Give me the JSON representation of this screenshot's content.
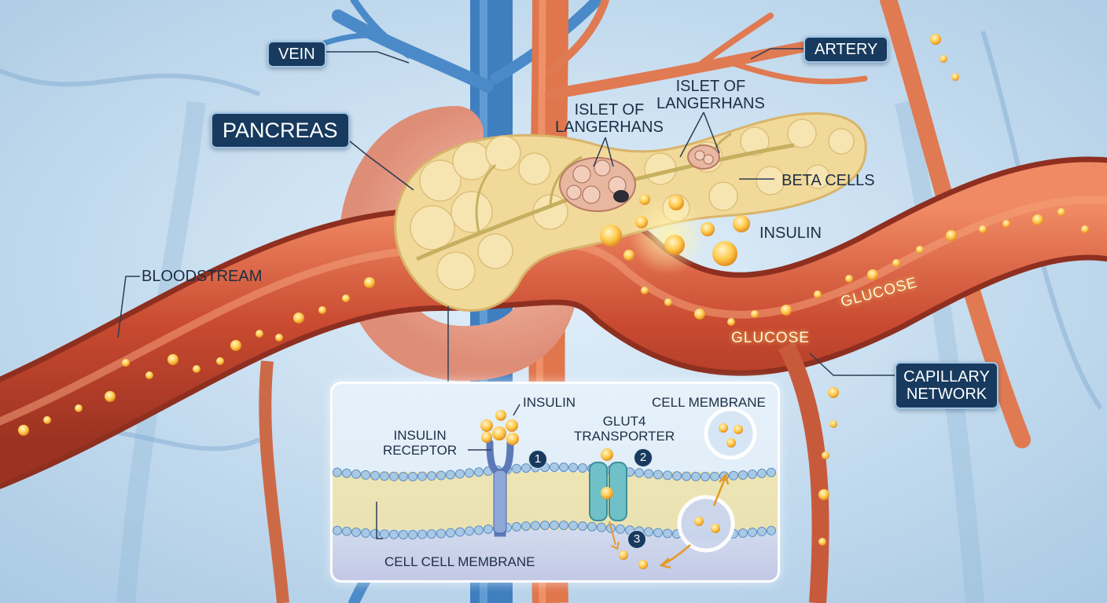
{
  "labels": {
    "vein": "VEIN",
    "artery": "ARTERY",
    "pancreas": "PANCREAS",
    "islet_left": "ISLET OF\nLANGERHANS",
    "islet_right": "ISLET OF\nLANGERHANS",
    "beta_cells": "BETA CELLS",
    "insulin": "INSULIN",
    "bloodstream": "BLOODSTREAM",
    "glucose_1": "GLUCOSE",
    "glucose_2": "GLUCOSE",
    "capillary_network": "CAPILLARY\nNETWORK"
  },
  "inset": {
    "insulin": "INSULIN",
    "insulin_receptor": "INSULIN\nRECEPTOR",
    "glut4_transporter": "GLUT4\nTRANSPORTER",
    "cell_membrane_top": "CELL MEMBRANE",
    "cell_membrane_bottom": "CELL CELL MEMBRANE",
    "steps": [
      "1",
      "2",
      "3"
    ]
  },
  "colors": {
    "label_bg": "#173a5e",
    "vein": "#3f7fc0",
    "artery": "#e0764c",
    "blood_vessel": "#c44a32",
    "pancreas": "#f1d99a",
    "glucose": "#ffc84a",
    "background": "#cfe3f2"
  }
}
